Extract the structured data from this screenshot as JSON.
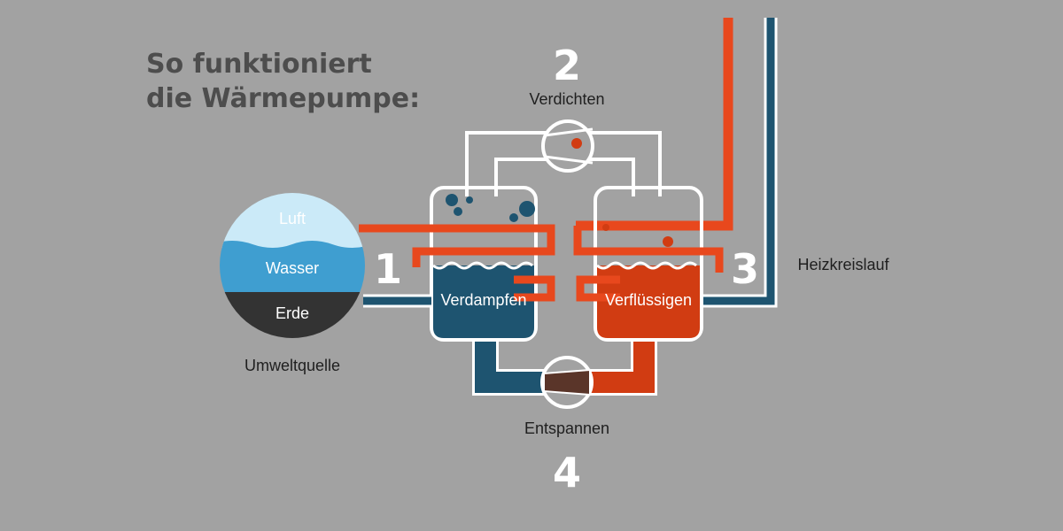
{
  "title": {
    "line1": "So funktioniert",
    "line2": "die Wärmepumpe:"
  },
  "source": {
    "layer_air": "Luft",
    "layer_water": "Wasser",
    "layer_earth": "Erde",
    "caption": "Umweltquelle"
  },
  "steps": {
    "evaporate": {
      "number": "1",
      "label": "Verdampfen"
    },
    "compress": {
      "number": "2",
      "label": "Verdichten"
    },
    "condense": {
      "number": "3",
      "label": "Verflüssigen"
    },
    "expand": {
      "number": "4",
      "label": "Entspannen"
    }
  },
  "heating": {
    "label": "Heizkreislauf"
  },
  "colors": {
    "background": "#a2a2a2",
    "hot": "#e8481d",
    "hot_dark": "#d13c12",
    "cold": "#1e5470",
    "air": "#cbeaf8",
    "water": "#3f9ed0",
    "earth": "#333333",
    "outline": "#ffffff"
  },
  "icons": {
    "compressor": "compressor-icon",
    "expansion_valve": "expansion-valve-icon"
  }
}
